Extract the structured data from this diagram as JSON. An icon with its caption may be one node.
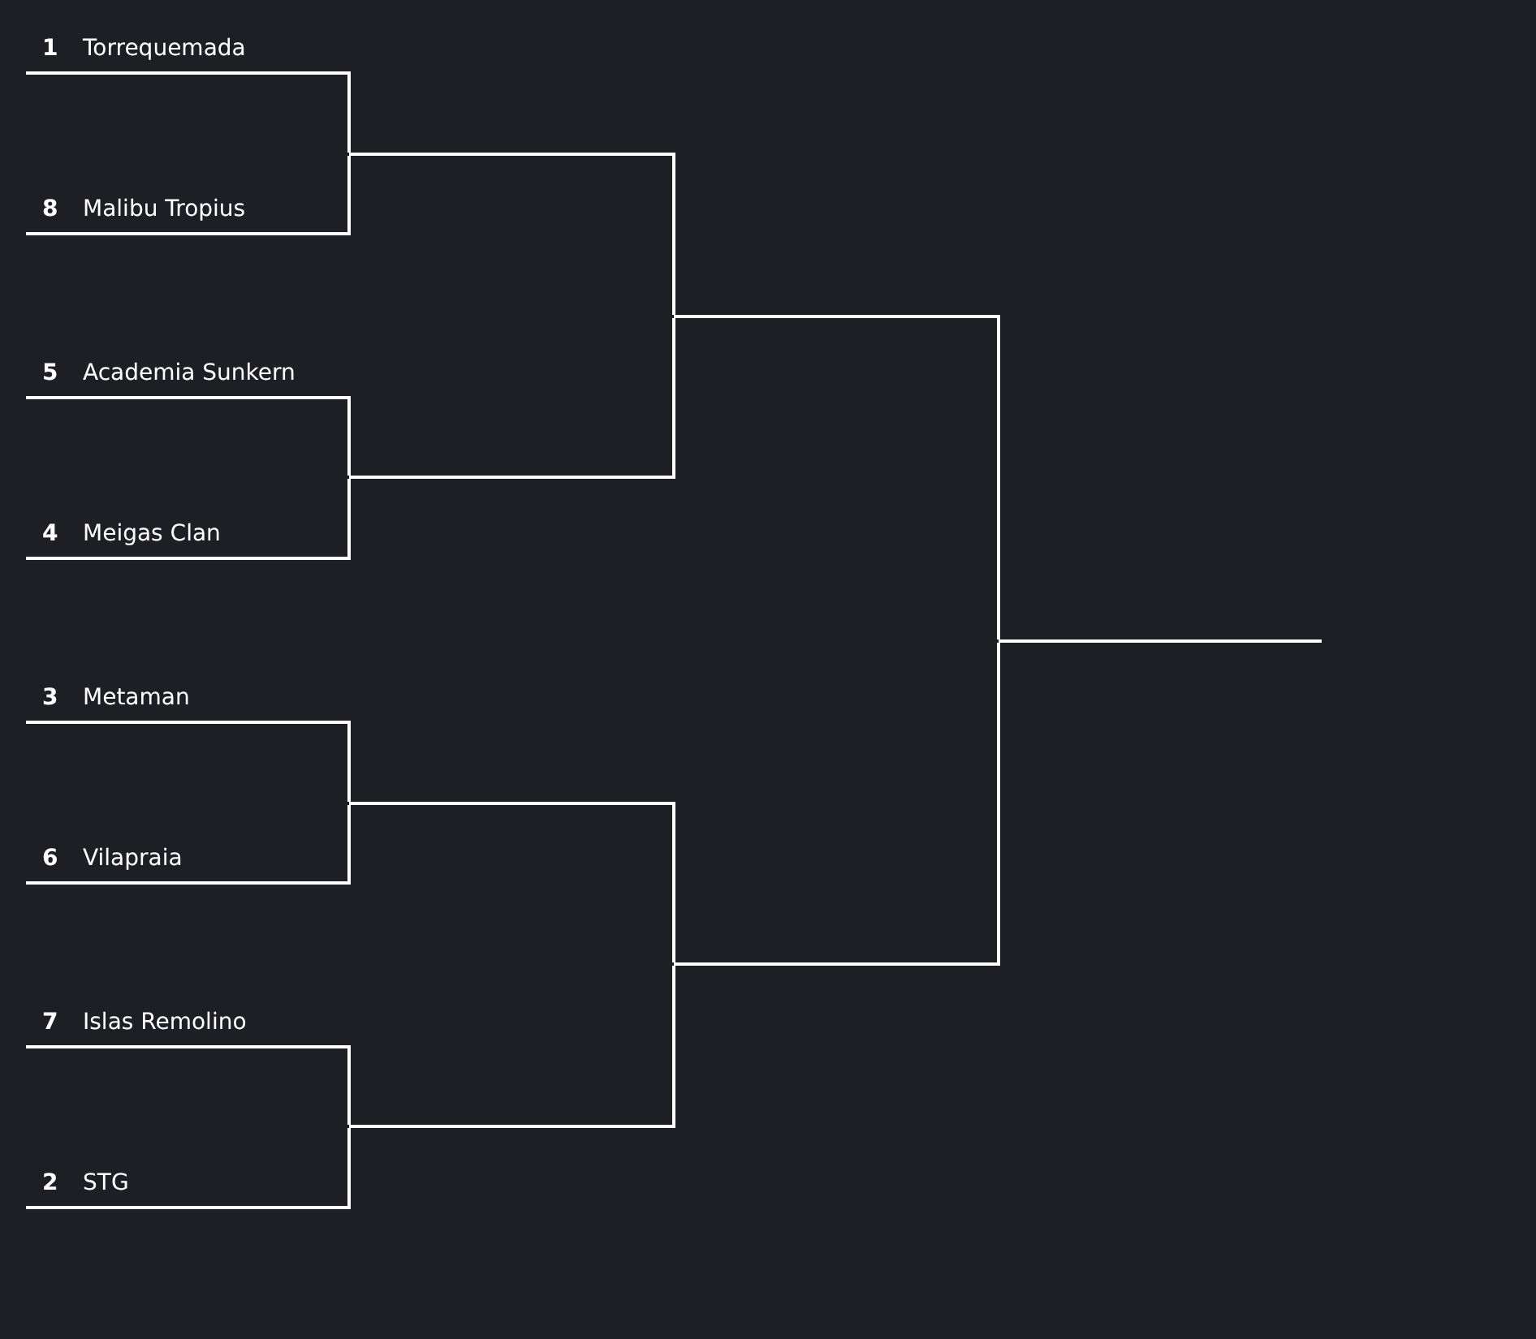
{
  "diagram": {
    "nodes": [
      {
        "text": [
          "1",
          "Torrequemada"
        ]
      },
      {
        "text": [
          "8",
          "Malibu Tropius"
        ]
      },
      {
        "text": [
          "5",
          "Academia Sunkern"
        ]
      },
      {
        "text": [
          "4",
          "Meigas Clan"
        ]
      },
      {
        "text": [
          "3",
          "Metaman"
        ]
      },
      {
        "text": [
          "6",
          "Vilapraia"
        ]
      },
      {
        "text": [
          "7",
          "Islas Remolino"
        ]
      },
      {
        "text": [
          "2",
          "STG"
        ]
      },
      {
        "text": [],
        "shape": "line"
      },
      {
        "text": [],
        "shape": "line"
      },
      {
        "text": [],
        "shape": "line"
      },
      {
        "text": [],
        "shape": "line"
      },
      {
        "text": [],
        "shape": "line"
      },
      {
        "text": [],
        "shape": "line"
      },
      {
        "text": [],
        "shape": "line"
      }
    ],
    "edges": [
      {
        "from": 0,
        "to": 8,
        "arrow": "none"
      },
      {
        "from": 1,
        "to": 8,
        "arrow": "none"
      },
      {
        "from": 2,
        "to": 9,
        "arrow": "none"
      },
      {
        "from": 3,
        "to": 9,
        "arrow": "none"
      },
      {
        "from": 4,
        "to": 10,
        "arrow": "none"
      },
      {
        "from": 5,
        "to": 10,
        "arrow": "none"
      },
      {
        "from": 6,
        "to": 11,
        "arrow": "none"
      },
      {
        "from": 7,
        "to": 11,
        "arrow": "none"
      },
      {
        "from": 8,
        "to": 12,
        "arrow": "none"
      },
      {
        "from": 9,
        "to": 12,
        "arrow": "none"
      },
      {
        "from": 10,
        "to": 13,
        "arrow": "none"
      },
      {
        "from": 11,
        "to": 13,
        "arrow": "none"
      },
      {
        "from": 12,
        "to": 14,
        "arrow": "none"
      },
      {
        "from": 13,
        "to": 14,
        "arrow": "none"
      }
    ]
  }
}
